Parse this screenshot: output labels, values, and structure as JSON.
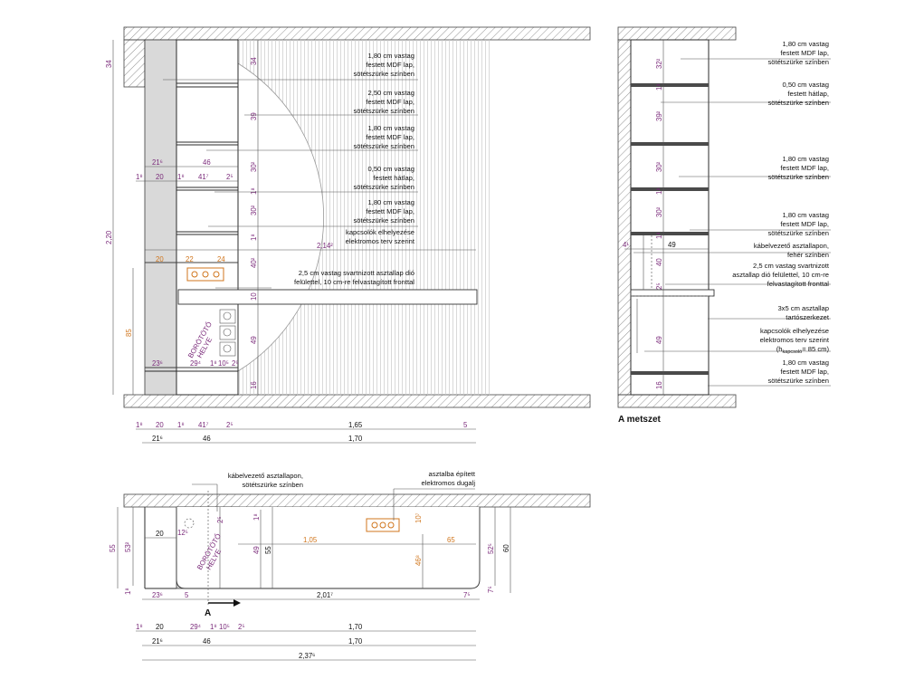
{
  "labels": {
    "mdf_180": [
      "1,80 cm vastag",
      "festett MDF lap,",
      "sötétszürke színben"
    ],
    "mdf_250": [
      "2,50 cm vastag",
      "festett MDF lap,",
      "sötétszürke színben"
    ],
    "hatlap_050_a": [
      "0,50 cm vastag",
      "festett hátlap,",
      "sötétszürke színben"
    ],
    "hatlap_050_b": [
      "0,50 cm vastag",
      "festett hátlap,",
      "sötétszürke színben"
    ],
    "kapcsolok": [
      "kapcsolók elhelyezése",
      "elektromos terv szerint"
    ],
    "asztallap_front": [
      "2,5 cm vastag svartnizott asztallap dió",
      "felülettel, 10 cm-re felvastagított fronttal"
    ],
    "kabel_feher": [
      "kábelvezető asztallapon,",
      "fehér színben"
    ],
    "asztallap_side": [
      "2,5 cm vastag svartnizott",
      "asztallap dió felülettel, 10 cm-re",
      "felvastagított fronttal"
    ],
    "tartoszerkezet": [
      "3x5 cm asztallap",
      "tartószerkezet"
    ],
    "kapcsolok_side": [
      "kapcsolók elhelyezése",
      "elektromos terv szerint",
      "(h",
      "kapcsoló",
      "= 85 cm)"
    ],
    "kabel_szurke": [
      "kábelvezető asztallapon,",
      "sötétszürke színben"
    ],
    "dugalj": [
      "asztalba épített",
      "elektromos dugalj"
    ],
    "boroto": [
      "BORÖTÖTŐ",
      "HELYE"
    ],
    "section_title": "A metszet",
    "section_marker": "A"
  },
  "dims": {
    "left_vertical": [
      "2,20",
      "85",
      "34"
    ],
    "front_heights": [
      "34",
      "39",
      "30²",
      "1⁸",
      "30²",
      "1⁸",
      "40²",
      "10",
      "49",
      "16"
    ],
    "front_widths_top": [
      "21⁶",
      "46"
    ],
    "front_widths_mid": [
      "1⁸",
      "20",
      "1⁸",
      "41⁷",
      "2⁵"
    ],
    "front_orange": [
      "20",
      "22",
      "24"
    ],
    "front_span": "2,14²",
    "front_bottom_row": [
      "23⁶",
      "29⁴",
      "1⁸",
      "10⁵",
      "2⁵"
    ],
    "under_row1": [
      "1⁸",
      "20",
      "1⁸",
      "41⁷",
      "2⁵",
      "1,65",
      "5"
    ],
    "under_row2": [
      "21⁶",
      "46",
      "1,70"
    ],
    "side_heights": [
      "32²",
      "1⁸",
      "39²",
      "30²",
      "1⁸",
      "30²",
      "1⁸",
      "40",
      "2⁵",
      "49",
      "16"
    ],
    "side_widths": [
      "4¹",
      "49"
    ],
    "plan_left": [
      "55",
      "53²",
      "1⁸"
    ],
    "plan_inner": [
      "20",
      "12⁵",
      "2⁵",
      "1⁸",
      "49",
      "55"
    ],
    "plan_orange": [
      "1,05",
      "65",
      "46⁸",
      "10⁷"
    ],
    "plan_right": [
      "52⁵",
      "60",
      "7⁵"
    ],
    "plan_bottom": [
      "23⁶",
      "5",
      "2,01⁷",
      "7⁵"
    ],
    "plan_under1": [
      "1⁸",
      "20",
      "29⁴",
      "1⁸",
      "10⁵",
      "2⁵",
      "1,70"
    ],
    "plan_under2": [
      "21⁶",
      "46",
      "1,70"
    ],
    "plan_total": "2,37⁶"
  }
}
